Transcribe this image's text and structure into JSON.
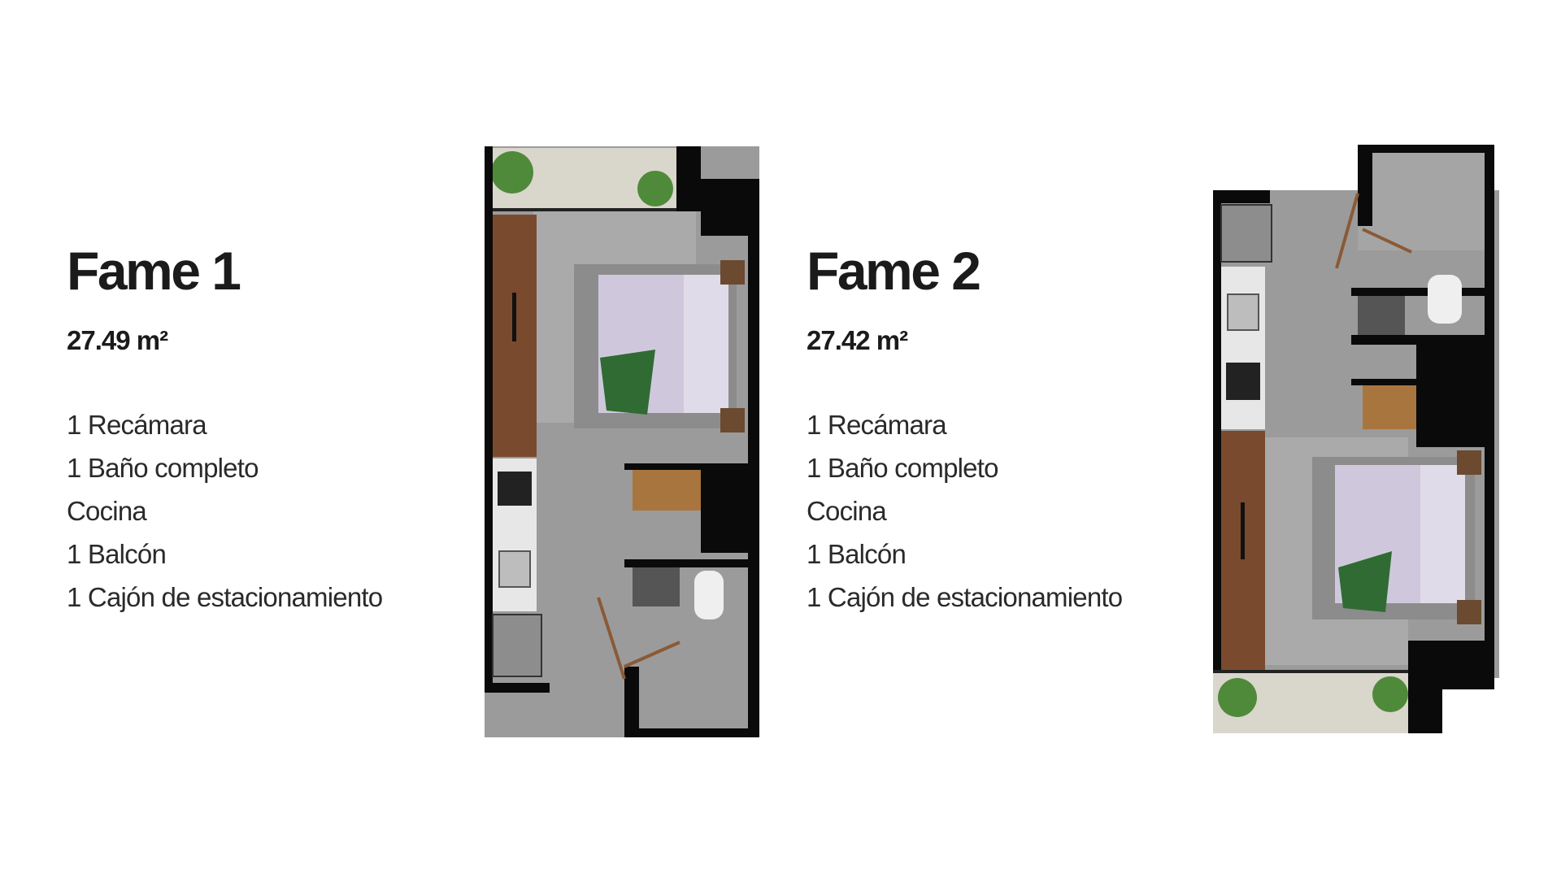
{
  "units": [
    {
      "title": "Fame 1",
      "area": "27.49 m²",
      "features": [
        "1 Recámara",
        "1 Baño completo",
        "Cocina",
        "1 Balcón",
        "1 Cajón de estacionamiento"
      ]
    },
    {
      "title": "Fame 2",
      "area": "27.42 m²",
      "features": [
        "1 Recámara",
        "1 Baño completo",
        "Cocina",
        "1 Balcón",
        "1 Cajón de estacionamiento"
      ]
    }
  ],
  "colors": {
    "text": "#1b1b1b",
    "wall": "#0a0a0a",
    "floor": "#9a9a9a",
    "wood": "#7a4a2e",
    "plant": "#3f7d2f",
    "bedding": "#c9c1d9",
    "blanket": "#2f6b33"
  }
}
